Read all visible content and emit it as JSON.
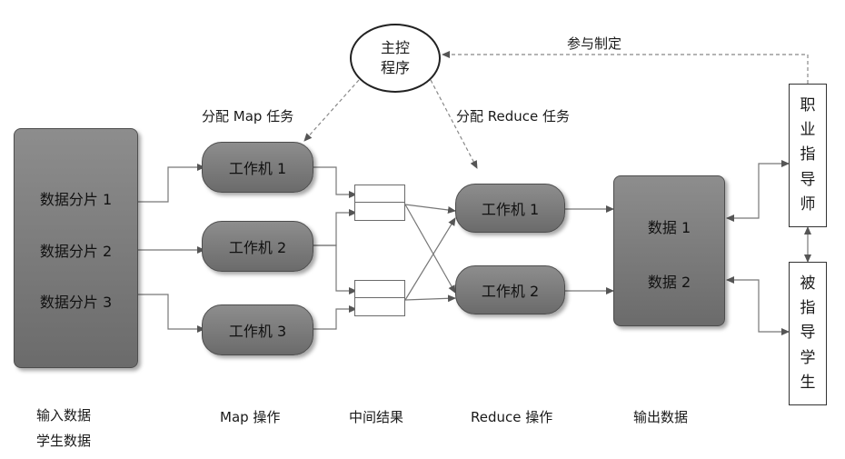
{
  "controller": {
    "line1": "主控",
    "line2": "程序"
  },
  "annotations": {
    "assign_map": "分配 Map 任务",
    "assign_reduce": "分配 Reduce 任务",
    "participate": "参与制定"
  },
  "input_data": {
    "shards": [
      "数据分片 1",
      "数据分片 2",
      "数据分片 3"
    ]
  },
  "map_workers": [
    "工作机 1",
    "工作机 2",
    "工作机 3"
  ],
  "reduce_workers": [
    "工作机 1",
    "工作机 2"
  ],
  "output_data": {
    "items": [
      "数据 1",
      "数据 2"
    ]
  },
  "mentor": {
    "chars": [
      "职",
      "业",
      "指",
      "导",
      "师"
    ]
  },
  "student": {
    "chars": [
      "被",
      "指",
      "导",
      "学",
      "生"
    ]
  },
  "stage_labels": {
    "input": "输入数据",
    "input_sub": "学生数据",
    "map": "Map 操作",
    "intermediate": "中间结果",
    "reduce": "Reduce 操作",
    "output": "输出数据"
  }
}
